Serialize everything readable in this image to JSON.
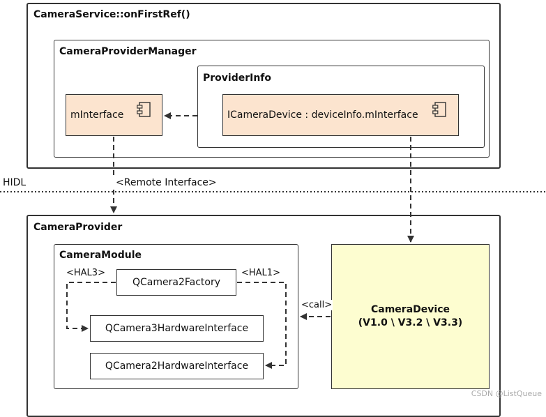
{
  "camera_service": {
    "title": "CameraService::onFirstRef()"
  },
  "provider_manager": {
    "title": "CameraProviderManager",
    "minterface_label": "mInterface",
    "provider_info": {
      "title": "ProviderInfo",
      "device_label": "ICameraDevice : deviceInfo.mInterface"
    }
  },
  "hidl_label": "HIDL",
  "remote_interface_label": "<Remote Interface>",
  "camera_provider": {
    "title": "CameraProvider",
    "module": {
      "title": "CameraModule",
      "factory_label": "QCamera2Factory",
      "hal3_label": "<HAL3>",
      "hal1_label": "<HAL1>",
      "hw3_label": "QCamera3HardwareInterface",
      "hw2_label": "QCamera2HardwareInterface"
    },
    "call_label": "<call>",
    "device": {
      "name": "CameraDevice",
      "versions": "(V1.0 \\ V3.2 \\ V3.3)"
    }
  },
  "watermark": "CSDN @ListQueue",
  "colors": {
    "component_fill": "#fce4cf",
    "device_fill": "#fdfdd0",
    "border": "#333333"
  },
  "icons": [
    "component-icon"
  ]
}
